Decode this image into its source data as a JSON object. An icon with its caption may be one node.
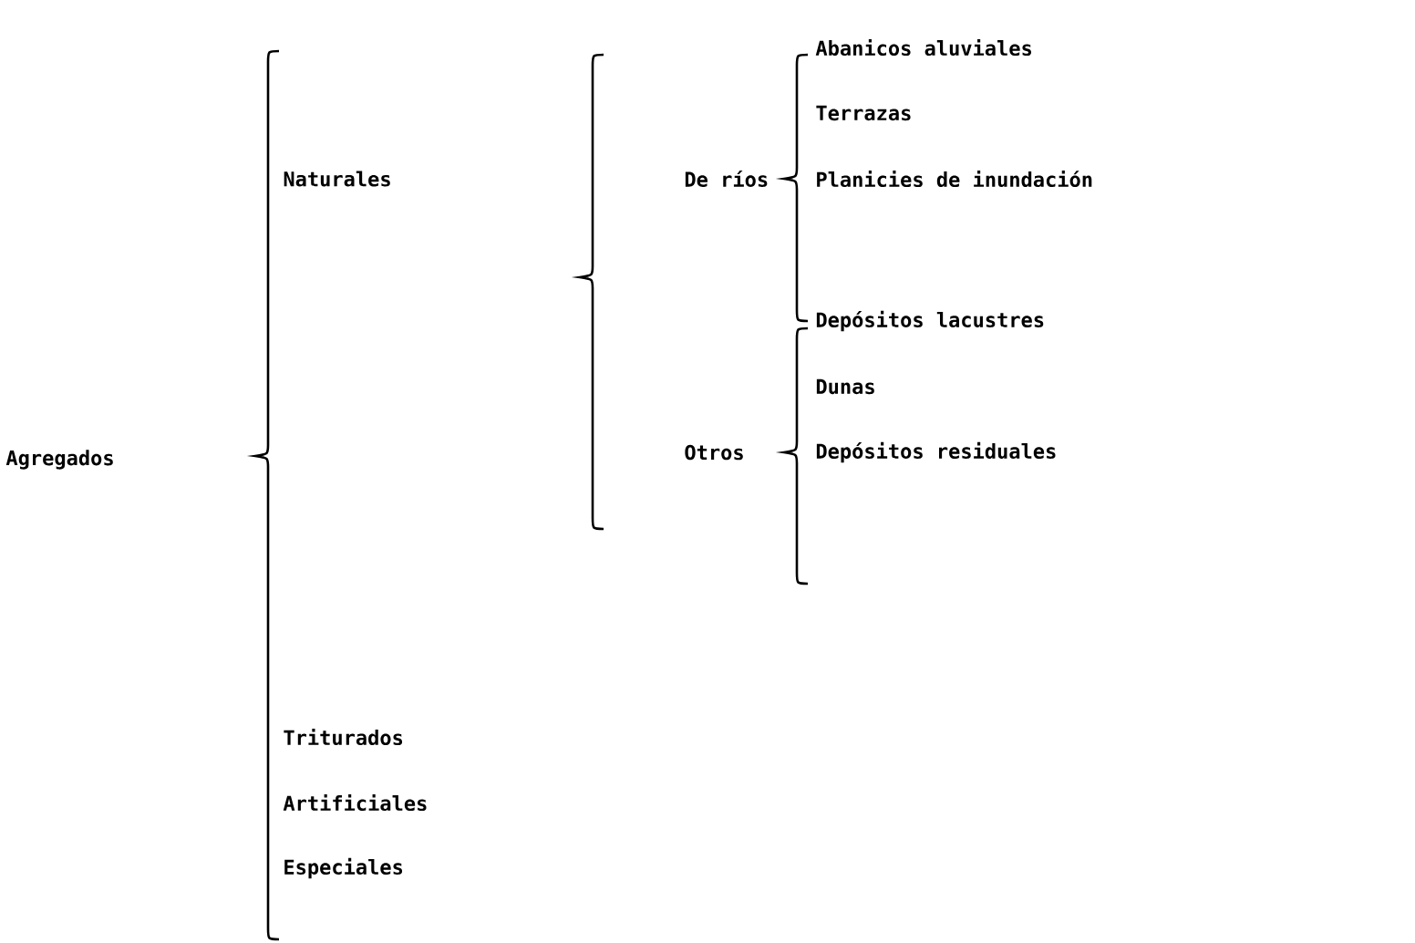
{
  "diagram": {
    "labels": [
      "Agregados",
      "Naturales",
      "De ríos",
      "Abanicos aluviales",
      "Terrazas",
      "Planicies de inundación",
      "Otros",
      "Depósitos lacustres",
      "Dunas",
      "Depósitos residuales",
      "Triturados",
      "Artificiales",
      "Especiales"
    ]
  }
}
